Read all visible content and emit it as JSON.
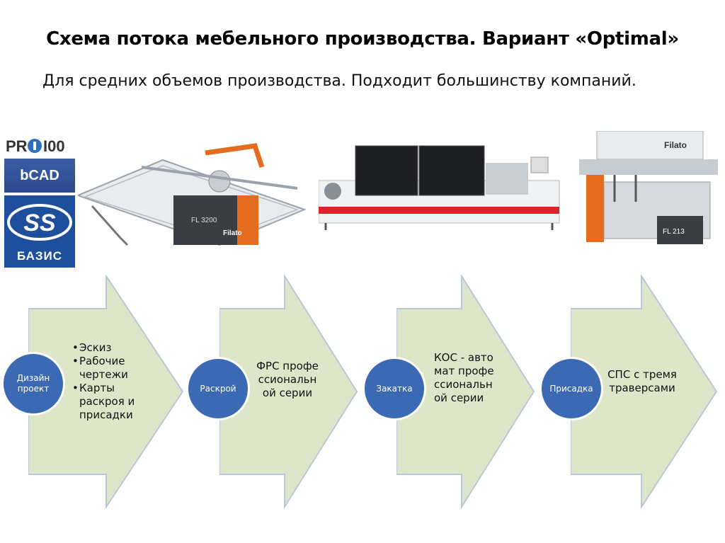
{
  "title": "Схема потока мебельного производства. Вариант «Optimal»",
  "subtitle": "Для средних  объемов производства. Подходит большинству компаний.",
  "logos": {
    "pro100": "PRO100",
    "bcad": "bCAD",
    "bazis": "БАЗИС"
  },
  "stages": [
    {
      "label": "Дизайн проект",
      "items": [
        "Эскиз",
        "Рабочие чертежи",
        "Карты раскроя и присадки"
      ]
    },
    {
      "label": "Раскрой",
      "text": "ФРС профессиональной серии"
    },
    {
      "label": "Закатка",
      "text": "КОС - автомат профессиональной серии"
    },
    {
      "label": "Присадка",
      "text": "СПС с тремя траверсами"
    }
  ],
  "colors": {
    "arrow_fill": "#dde6c9",
    "arrow_stroke": "#b9c7d8",
    "circle": "#3c69b4",
    "accent_orange": "#e56b1f"
  }
}
